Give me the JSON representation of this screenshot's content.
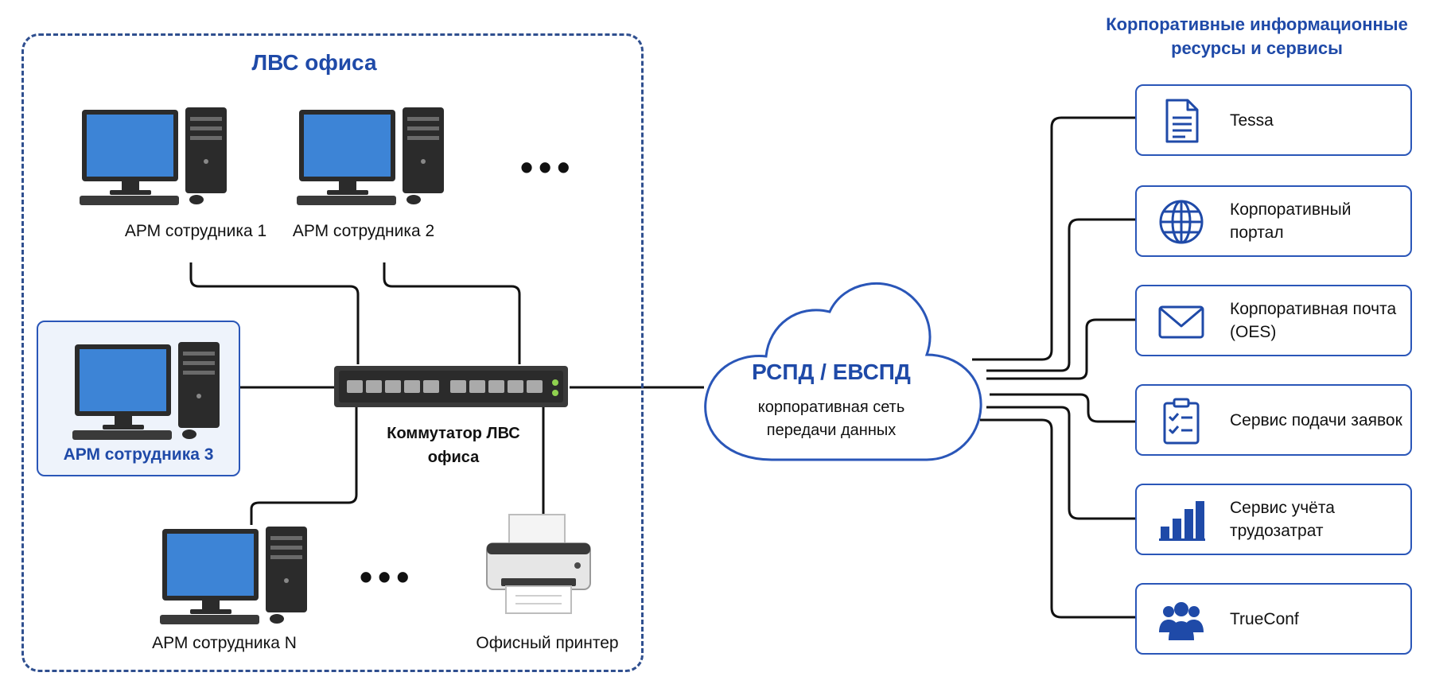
{
  "lan": {
    "title": "ЛВС офиса",
    "workstations": [
      "АРМ сотрудника 1",
      "АРМ сотрудника 2",
      "АРМ сотрудника 3",
      "АРМ сотрудника N"
    ],
    "ellipsis": "•••",
    "switch_label": "Коммутатор ЛВС офиса",
    "printer_label": "Офисный принтер"
  },
  "network": {
    "title": "РСПД / ЕВСПД",
    "subtitle": "корпоративная сеть передачи данных"
  },
  "resources": {
    "title": "Корпоративные информационные ресурсы и сервисы",
    "items": [
      {
        "label": "Tessa",
        "icon": "document-icon"
      },
      {
        "label": "Корпоративный портал",
        "icon": "globe-icon"
      },
      {
        "label": "Корпоративная почта (OES)",
        "icon": "mail-icon"
      },
      {
        "label": "Сервис подачи заявок",
        "icon": "clipboard-checklist-icon"
      },
      {
        "label": "Сервис учёта трудозатрат",
        "icon": "bar-chart-icon"
      },
      {
        "label": "TrueConf",
        "icon": "users-icon"
      }
    ]
  },
  "colors": {
    "accent": "#1f4aa8",
    "border": "#2a56b8",
    "monitor_screen": "#3d84d6",
    "device_dark": "#2b2b2b"
  }
}
